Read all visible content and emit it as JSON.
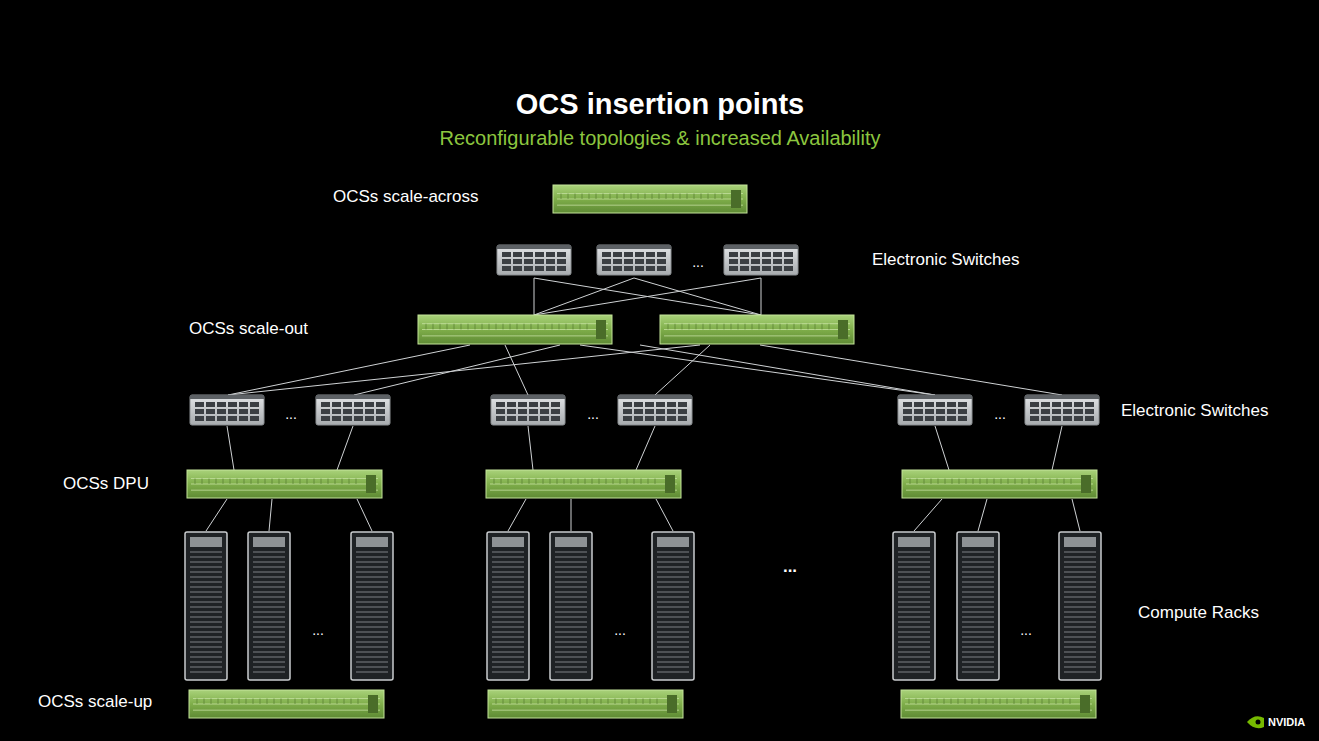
{
  "diagram": {
    "title": "OCS insertion points",
    "labels": [
      "Reconfigurable topologies & increased Availability",
      "OCSs scale-across",
      "...",
      "Electronic Switches",
      "OCSs scale-out",
      "...",
      "...",
      "...",
      "Electronic Switches",
      "OCSs DPU",
      "...",
      "...",
      "...",
      "...",
      "Compute Racks",
      "OCSs scale-up",
      "NVIDIA"
    ]
  }
}
